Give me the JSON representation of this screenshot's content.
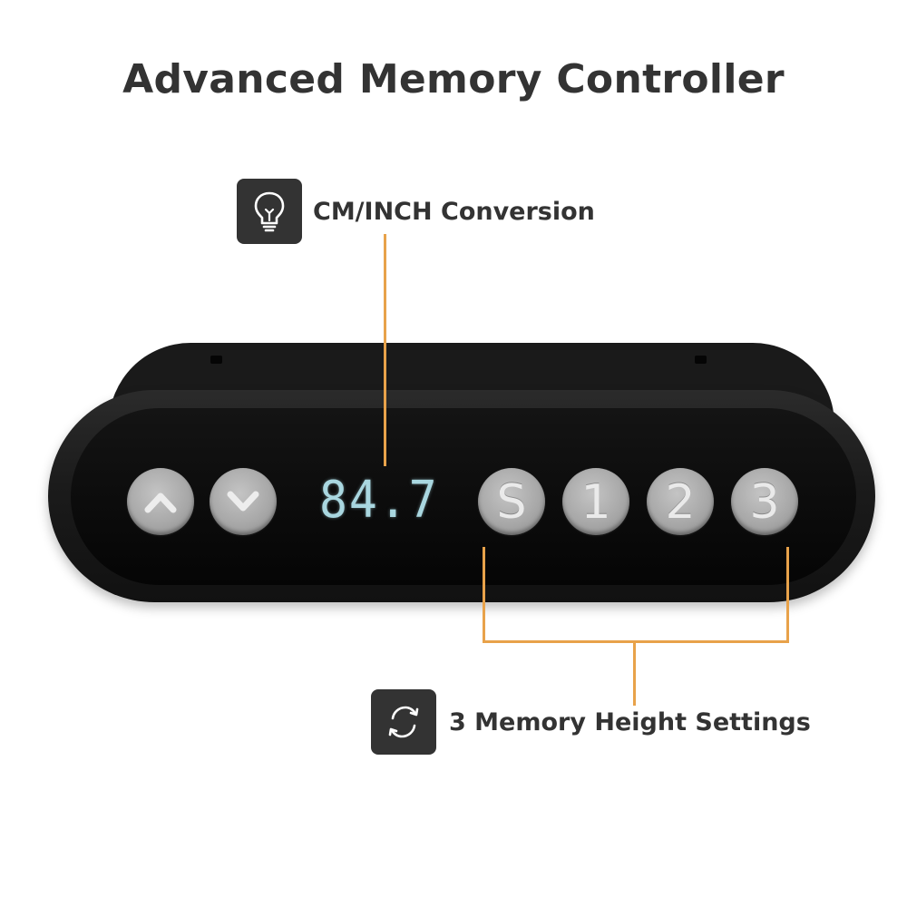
{
  "title": "Advanced Memory Controller",
  "callouts": {
    "conversion": {
      "label": "CM/INCH Conversion",
      "icon": "lightbulb-icon"
    },
    "memory": {
      "label": "3 Memory Height Settings",
      "icon": "sync-arrows-icon"
    }
  },
  "controller": {
    "display_value": "84.7",
    "buttons": {
      "up": {
        "icon": "chevron-up-icon"
      },
      "down": {
        "icon": "chevron-down-icon"
      },
      "save": {
        "label": "S"
      },
      "memory_1": {
        "label": "1"
      },
      "memory_2": {
        "label": "2"
      },
      "memory_3": {
        "label": "3"
      }
    }
  },
  "colors": {
    "accent_line": "#e8a24a",
    "text_dark": "#333333",
    "display_text": "#a9d7e0",
    "button_face": "#a8a8a8",
    "controller_body": "#1b1b1b"
  }
}
